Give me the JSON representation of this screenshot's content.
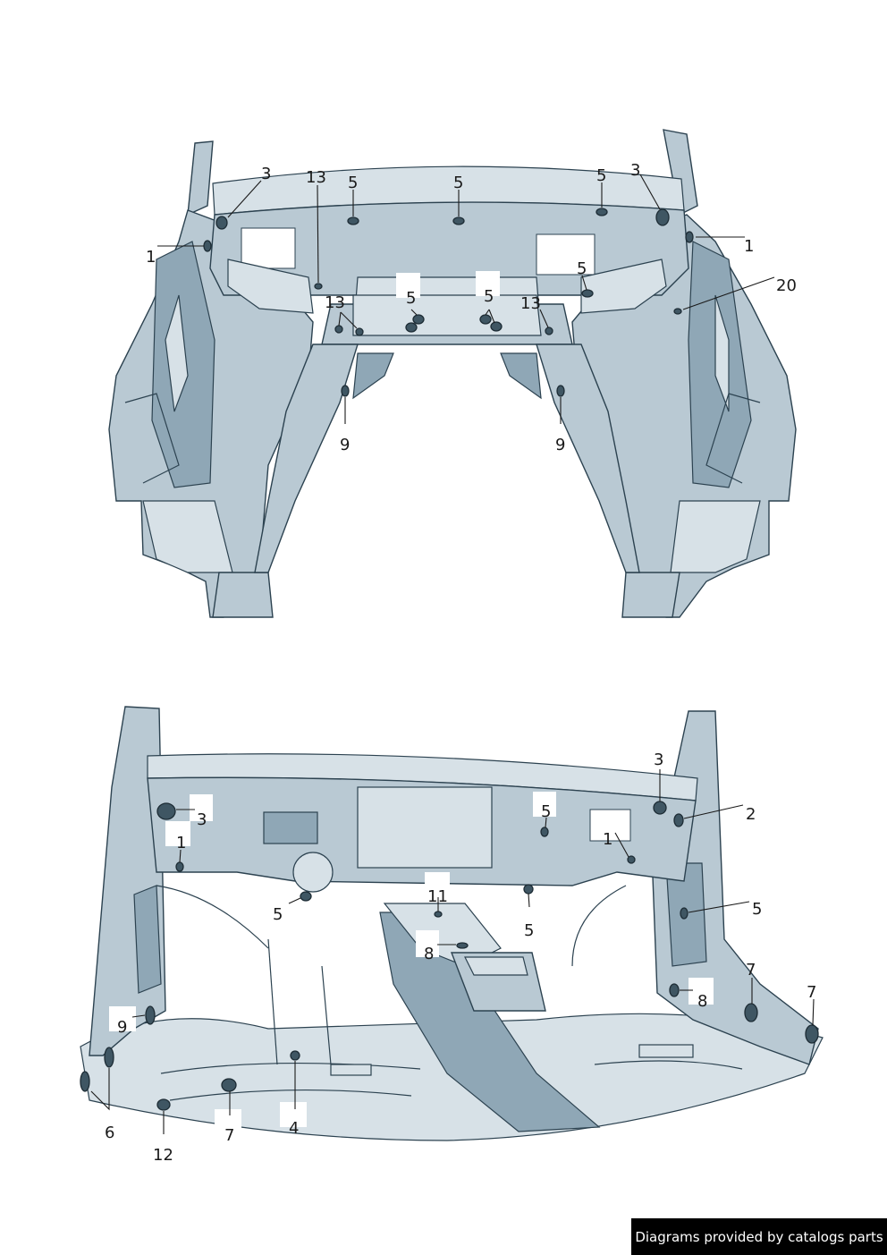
{
  "top_view": {
    "callouts": [
      {
        "id": "t1",
        "text": "3"
      },
      {
        "id": "t2",
        "text": "13"
      },
      {
        "id": "t3",
        "text": "5"
      },
      {
        "id": "t4",
        "text": "5"
      },
      {
        "id": "t5",
        "text": "5"
      },
      {
        "id": "t6",
        "text": "3"
      },
      {
        "id": "t7",
        "text": "1"
      },
      {
        "id": "t8",
        "text": "1"
      },
      {
        "id": "t9",
        "text": "5"
      },
      {
        "id": "t10",
        "text": "20"
      },
      {
        "id": "t11",
        "text": "13"
      },
      {
        "id": "t12",
        "text": "5"
      },
      {
        "id": "t13",
        "text": "5"
      },
      {
        "id": "t14",
        "text": "13"
      },
      {
        "id": "t15",
        "text": "9"
      },
      {
        "id": "t16",
        "text": "9"
      }
    ]
  },
  "bottom_view": {
    "callouts": [
      {
        "id": "b1",
        "text": "3"
      },
      {
        "id": "b2",
        "text": "3"
      },
      {
        "id": "b3",
        "text": "1"
      },
      {
        "id": "b4",
        "text": "5"
      },
      {
        "id": "b5",
        "text": "1"
      },
      {
        "id": "b6",
        "text": "2"
      },
      {
        "id": "b7",
        "text": "11"
      },
      {
        "id": "b8",
        "text": "5"
      },
      {
        "id": "b9",
        "text": "5"
      },
      {
        "id": "b10",
        "text": "5"
      },
      {
        "id": "b11",
        "text": "8"
      },
      {
        "id": "b12",
        "text": "7"
      },
      {
        "id": "b13",
        "text": "7"
      },
      {
        "id": "b14",
        "text": "8"
      },
      {
        "id": "b15",
        "text": "9"
      },
      {
        "id": "b16",
        "text": "6"
      },
      {
        "id": "b17",
        "text": "12"
      },
      {
        "id": "b18",
        "text": "7"
      },
      {
        "id": "b19",
        "text": "4"
      }
    ]
  },
  "footer": {
    "text": "Diagrams provided by catalogs parts"
  },
  "colors": {
    "body_fill": "#b9c9d3",
    "outline": "#2c4250",
    "plug": "#3f5663",
    "footer_bg": "#000000"
  }
}
